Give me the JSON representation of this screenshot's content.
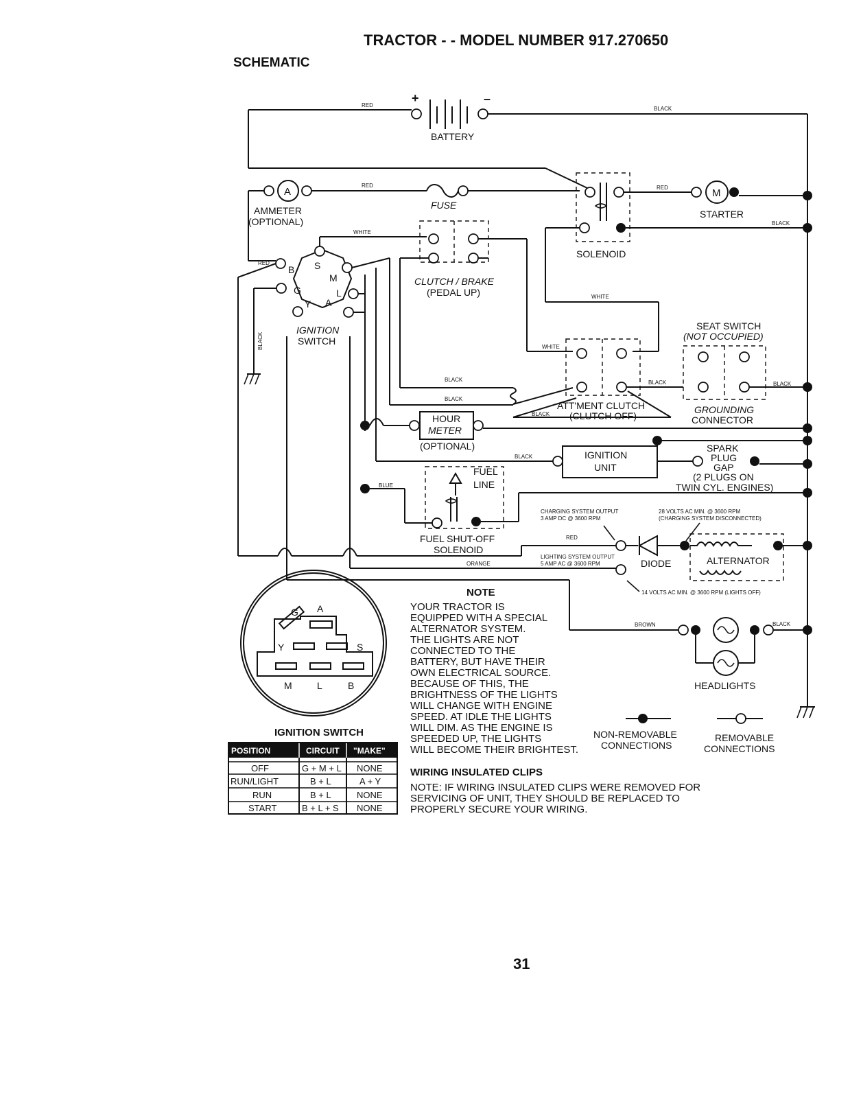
{
  "header": {
    "title": "TRACTOR - - MODEL NUMBER 917.270650",
    "section": "SCHEMATIC"
  },
  "components": {
    "battery": "BATTERY",
    "ammeter_symbol": "A",
    "ammeter": "AMMETER",
    "ammeter_opt": "(OPTIONAL)",
    "fuse": "FUSE",
    "solenoid": "SOLENOID",
    "starter_symbol": "M",
    "starter": "STARTER",
    "clutch_brake": "CLUTCH / BRAKE",
    "clutch_brake_sub": "(PEDAL UP)",
    "ignition_switch_l1": "IGNITION",
    "ignition_switch_l2": "SWITCH",
    "seat_switch": "SEAT SWITCH",
    "seat_switch_sub": "(NOT OCCUPIED)",
    "attach_clutch": "ATT'MENT CLUTCH",
    "attach_clutch_sub": "(CLUTCH OFF)",
    "grounding_l1": "GROUNDING",
    "grounding_l2": "CONNECTOR",
    "hour_meter_l1": "HOUR",
    "hour_meter_l2": "METER",
    "hour_meter_opt": "(OPTIONAL)",
    "ignition_unit_l1": "IGNITION",
    "ignition_unit_l2": "UNIT",
    "spark_l1": "SPARK",
    "spark_l2": "PLUG",
    "spark_l3": "GAP",
    "spark_l4": "(2 PLUGS ON",
    "spark_l5": "TWIN CYL. ENGINES)",
    "fuel_l1": "FUEL",
    "fuel_l2": "LINE",
    "fuel_sol_l1": "FUEL SHUT-OFF",
    "fuel_sol_l2": "SOLENOID",
    "diode": "DIODE",
    "alternator": "ALTERNATOR",
    "headlights": "HEADLIGHTS"
  },
  "terminals": {
    "B": "B",
    "S": "S",
    "M": "M",
    "G": "G",
    "L": "L",
    "Y": "Y",
    "A": "A"
  },
  "wire_colors": {
    "red": "RED",
    "black": "BLACK",
    "white": "WHITE",
    "blue": "BLUE",
    "orange": "ORANGE",
    "brown": "BROWN"
  },
  "specs": {
    "charging_l1": "CHARGING SYSTEM OUTPUT",
    "charging_l2": "3 AMP DC @ 3600 RPM",
    "volts28_l1": "28 VOLTS AC MIN. @ 3600 RPM",
    "volts28_l2": "(CHARGING SYSTEM DISCONNECTED)",
    "lighting_l1": "LIGHTING SYSTEM OUTPUT",
    "lighting_l2": "5 AMP AC @ 3600 RPM",
    "volts14": "14 VOLTS AC MIN. @ 3600 RPM (LIGHTS OFF)"
  },
  "note": {
    "title": "NOTE",
    "lines": [
      "YOUR TRACTOR IS",
      "EQUIPPED WITH A SPECIAL",
      "ALTERNATOR SYSTEM.",
      "THE LIGHTS ARE NOT",
      "CONNECTED TO THE",
      "BATTERY, BUT HAVE THEIR",
      "OWN ELECTRICAL SOURCE.",
      "BECAUSE OF THIS, THE",
      "BRIGHTNESS OF THE LIGHTS",
      "WILL CHANGE WITH ENGINE",
      "SPEED.  AT IDLE THE LIGHTS",
      "WILL DIM.  AS THE ENGINE IS",
      "SPEEDED UP, THE LIGHTS",
      "WILL BECOME THEIR BRIGHTEST."
    ]
  },
  "legend": {
    "nonremovable_l1": "NON-REMOVABLE",
    "nonremovable_l2": "CONNECTIONS",
    "removable_l1": "REMOVABLE",
    "removable_l2": "CONNECTIONS"
  },
  "clips": {
    "title": "WIRING INSULATED CLIPS",
    "note_lines": [
      "NOTE: IF WIRING INSULATED CLIPS WERE REMOVED FOR",
      "SERVICING OF UNIT, THEY SHOULD BE REPLACED TO",
      "PROPERLY SECURE YOUR WIRING."
    ]
  },
  "ignition_table": {
    "title": "IGNITION SWITCH",
    "headers": [
      "POSITION",
      "CIRCUIT",
      "\"MAKE\""
    ],
    "rows": [
      [
        "OFF",
        "G + M + L",
        "NONE"
      ],
      [
        "RUN/LIGHT",
        "B + L",
        "A + Y"
      ],
      [
        "RUN",
        "B + L",
        "NONE"
      ],
      [
        "START",
        "B + L + S",
        "NONE"
      ]
    ]
  },
  "page_number": "31"
}
